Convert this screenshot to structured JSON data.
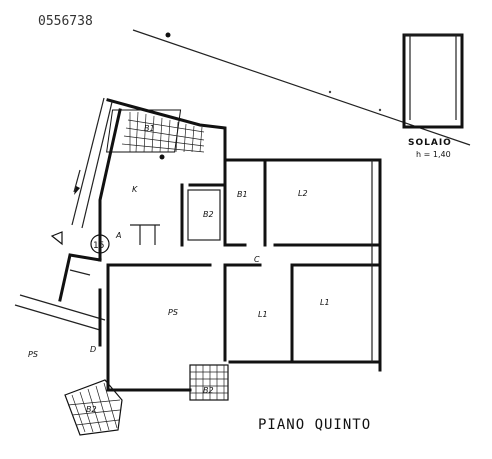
{
  "document_code": "0556738",
  "floor_title": "PIANO QUINTO",
  "solaio": {
    "label": "SOLAIO",
    "height": "h = 1,40"
  },
  "room_labels": {
    "b1_top": "B1",
    "k": "K",
    "b1": "B1",
    "b2": "B2",
    "l2": "L2",
    "ps_main": "PS",
    "l1_left": "L1",
    "l1_right": "L1",
    "ps_left": "PS",
    "b2_bottom": "B2",
    "b2_lower": "B2"
  },
  "markers": {
    "unit_number": "15",
    "letter_a": "A",
    "letter_c": "C",
    "letter_d": "D"
  }
}
